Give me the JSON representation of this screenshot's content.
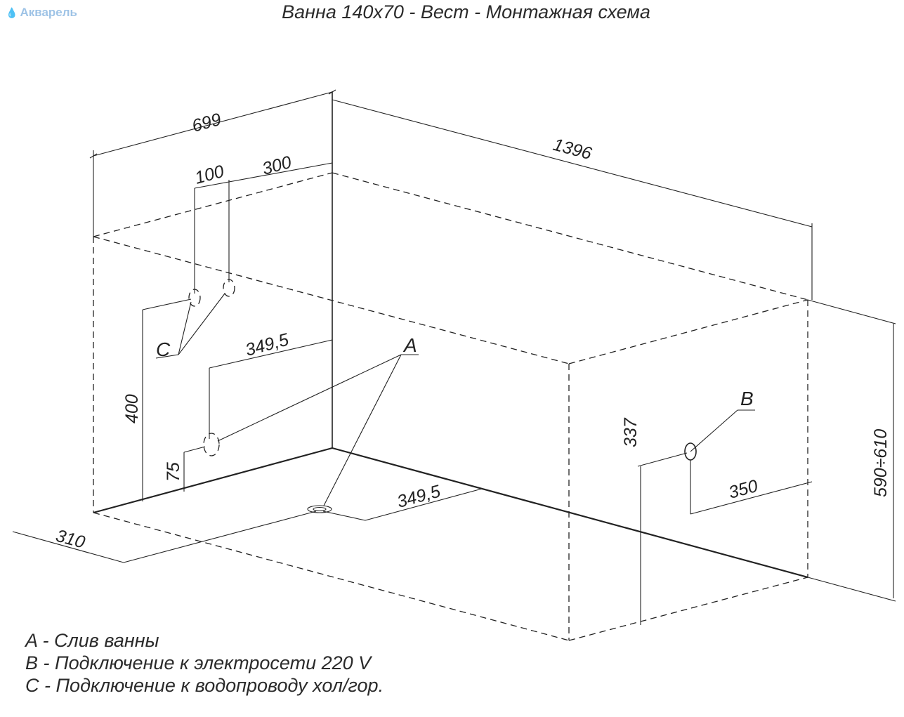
{
  "logo": {
    "text": "Акварель",
    "icon": "droplet-icon"
  },
  "title": "Ванна 140х70 - Вест - Монтажная схема",
  "dimensions": {
    "width_top": "699",
    "length": "1396",
    "pipe_spacing": "100",
    "pipe_offset": "300",
    "drain_offset_wall": "349,5",
    "drain_offset_floor": "349,5",
    "pipe_height": "400",
    "drain_height": "75",
    "floor_depth": "310",
    "outlet_height": "337",
    "outlet_offset": "350",
    "total_height": "590÷610"
  },
  "markers": {
    "a": "A",
    "b": "B",
    "c": "C"
  },
  "legend": [
    "A - Слив ванны",
    "B - Подключение к электросети 220 V",
    "C - Подключение к водопроводу хол/гор."
  ]
}
